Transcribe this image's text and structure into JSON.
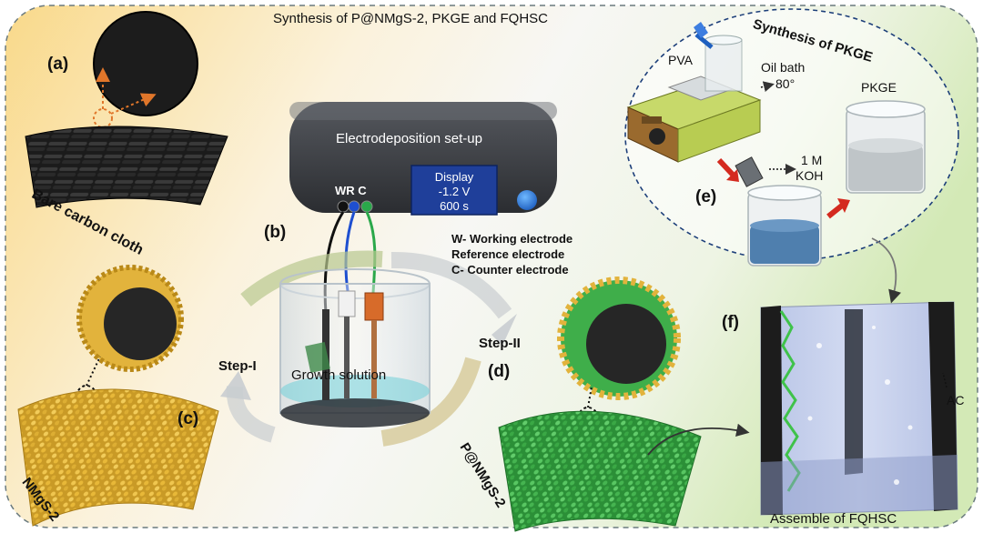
{
  "title": "Synthesis of P@NMgS-2, PKGE and FQHSC",
  "panels": {
    "a": "(a)",
    "b": "(b)",
    "c": "(c)",
    "d": "(d)",
    "e": "(e)",
    "f": "(f)"
  },
  "labels": {
    "bare_carbon_cloth": "Bare carbon cloth",
    "electrodeposition_setup": "Electrodeposition set-up",
    "display_line1": "Display",
    "display_line2": "-1.2 V",
    "display_line3": "600 s",
    "terminals": "WR C",
    "legend_w": "W- Working electrode",
    "legend_r": "Reference electrode",
    "legend_c": "C- Counter electrode",
    "growth_solution": "Growth solution",
    "step_1": "Step-I",
    "step_2": "Step-II",
    "nmgs2": "NMgS-2",
    "pnmgs2": "P@NMgS-2",
    "synthesis_pkge": "Synthesis of PKGE",
    "pva": "PVA",
    "oil_bath": "Oil bath",
    "oil_temp": "80°",
    "pkge": "PKGE",
    "koh_1": "1 M",
    "koh_2": "KOH",
    "ac": "AC",
    "assemble": "Assemble of FQHSC"
  },
  "colors": {
    "bg_left": "#f7dfa0",
    "bg_right": "#d9edc0",
    "device": "#3b3d42",
    "screen": "#1f3f9a",
    "nmgs": "#e2b33c",
    "pnmgs": "#3fae4a",
    "arrow_red": "#d42a1f"
  }
}
